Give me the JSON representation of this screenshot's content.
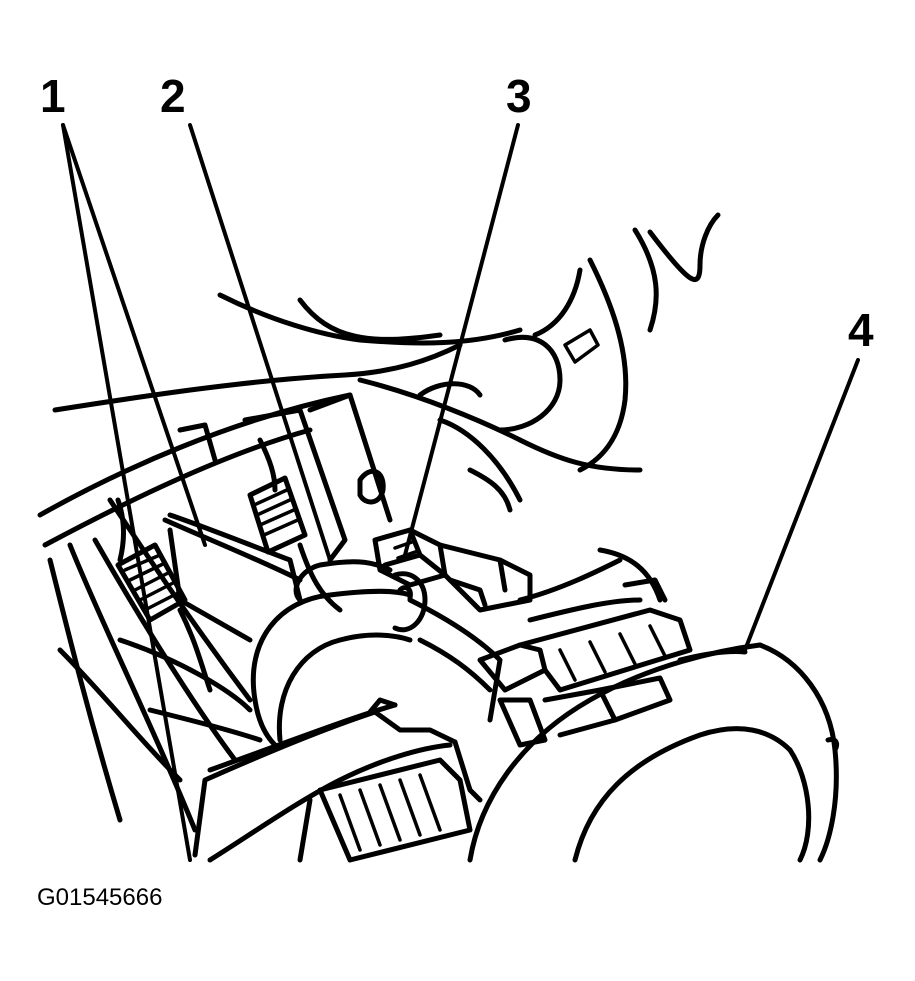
{
  "figure": {
    "callouts": [
      "1",
      "2",
      "3",
      "4"
    ],
    "figure_id": "G01545666"
  }
}
